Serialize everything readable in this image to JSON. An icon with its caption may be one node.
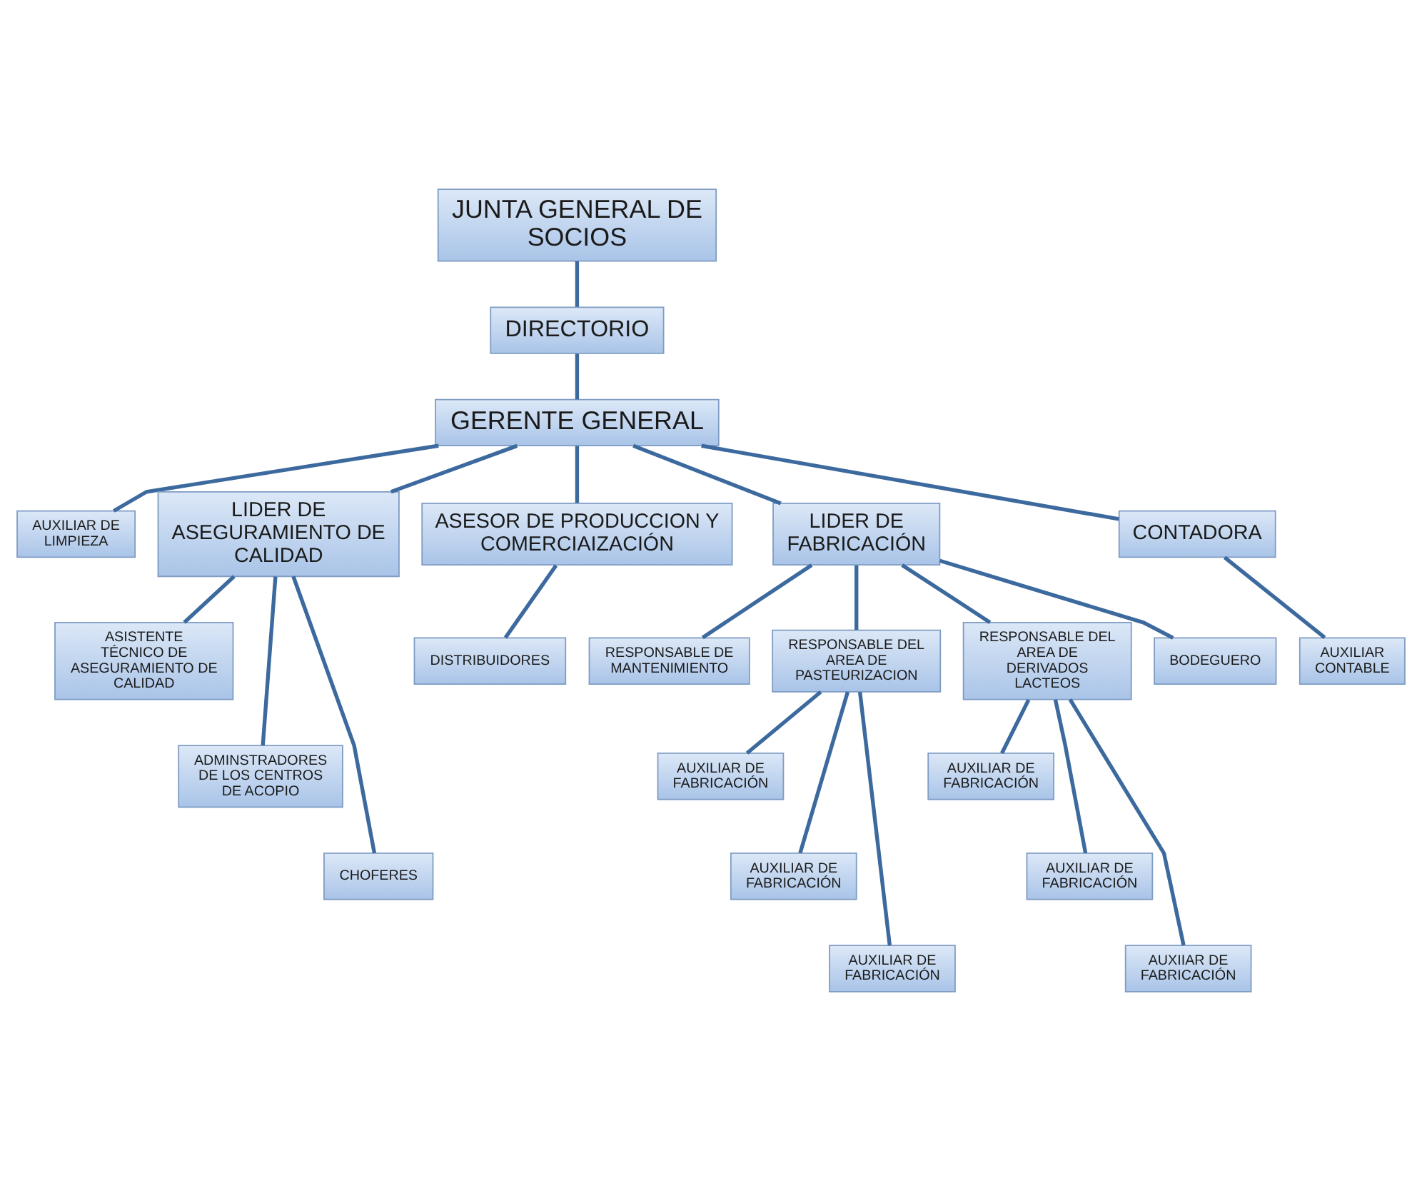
{
  "diagram": {
    "nodes": [
      {
        "text": [
          "JUNTA GENERAL DE SOCIOS"
        ]
      },
      {
        "text": [
          "DIRECTORIO"
        ]
      },
      {
        "text": [
          "GERENTE GENERAL"
        ]
      },
      {
        "text": [
          "AUXILIAR DE LIMPIEZA"
        ]
      },
      {
        "text": [
          "LIDER DE ASEGURAMIENTO DE CALIDAD"
        ]
      },
      {
        "text": [
          "ASESOR DE PRODUCCION Y COMERCIAIZACIÓN"
        ]
      },
      {
        "text": [
          "LIDER DE FABRICACIÓN"
        ]
      },
      {
        "text": [
          "CONTADORA"
        ]
      },
      {
        "text": [
          "ASISTENTE TÉCNICO DE ASEGURAMIENTO DE CALIDAD"
        ]
      },
      {
        "text": [
          "ADMINSTRADORES DE LOS CENTROS DE ACOPIO"
        ]
      },
      {
        "text": [
          "CHOFERES"
        ]
      },
      {
        "text": [
          "DISTRIBUIDORES"
        ]
      },
      {
        "text": [
          "RESPONSABLE DE MANTENIMIENTO"
        ]
      },
      {
        "text": [
          "RESPONSABLE DEL AREA DE PASTEURIZACION"
        ]
      },
      {
        "text": [
          "RESPONSABLE DEL AREA DE DERIVADOS LACTEOS"
        ]
      },
      {
        "text": [
          "BODEGUERO"
        ]
      },
      {
        "text": [
          "AUXILIAR CONTABLE"
        ]
      },
      {
        "text": [
          "AUXILIAR DE FABRICACIÓN"
        ]
      },
      {
        "text": [
          "AUXILIAR DE FABRICACIÓN"
        ]
      },
      {
        "text": [
          "AUXILIAR DE FABRICACIÓN"
        ]
      },
      {
        "text": [
          "AUXILIAR DE FABRICACIÓN"
        ]
      },
      {
        "text": [
          "AUXILIAR DE FABRICACIÓN"
        ]
      },
      {
        "text": [
          "AUXIIAR DE FABRICACIÓN"
        ]
      }
    ],
    "edges": [
      {
        "from": 0,
        "to": 1,
        "arrow": "none"
      },
      {
        "from": 1,
        "to": 2,
        "arrow": "none"
      },
      {
        "from": 2,
        "to": 3,
        "arrow": "none"
      },
      {
        "from": 2,
        "to": 4,
        "arrow": "none"
      },
      {
        "from": 2,
        "to": 5,
        "arrow": "none"
      },
      {
        "from": 2,
        "to": 6,
        "arrow": "none"
      },
      {
        "from": 2,
        "to": 7,
        "arrow": "none"
      },
      {
        "from": 4,
        "to": 8,
        "arrow": "none"
      },
      {
        "from": 4,
        "to": 9,
        "arrow": "none"
      },
      {
        "from": 4,
        "to": 10,
        "arrow": "none"
      },
      {
        "from": 5,
        "to": 11,
        "arrow": "none"
      },
      {
        "from": 6,
        "to": 12,
        "arrow": "none"
      },
      {
        "from": 6,
        "to": 13,
        "arrow": "none"
      },
      {
        "from": 6,
        "to": 14,
        "arrow": "none"
      },
      {
        "from": 6,
        "to": 15,
        "arrow": "none"
      },
      {
        "from": 7,
        "to": 16,
        "arrow": "none"
      },
      {
        "from": 13,
        "to": 17,
        "arrow": "none"
      },
      {
        "from": 13,
        "to": 18,
        "arrow": "none"
      },
      {
        "from": 13,
        "to": 19,
        "arrow": "none"
      },
      {
        "from": 14,
        "to": 20,
        "arrow": "none"
      },
      {
        "from": 14,
        "to": 21,
        "arrow": "none"
      },
      {
        "from": 14,
        "to": 22,
        "arrow": "none"
      }
    ]
  }
}
